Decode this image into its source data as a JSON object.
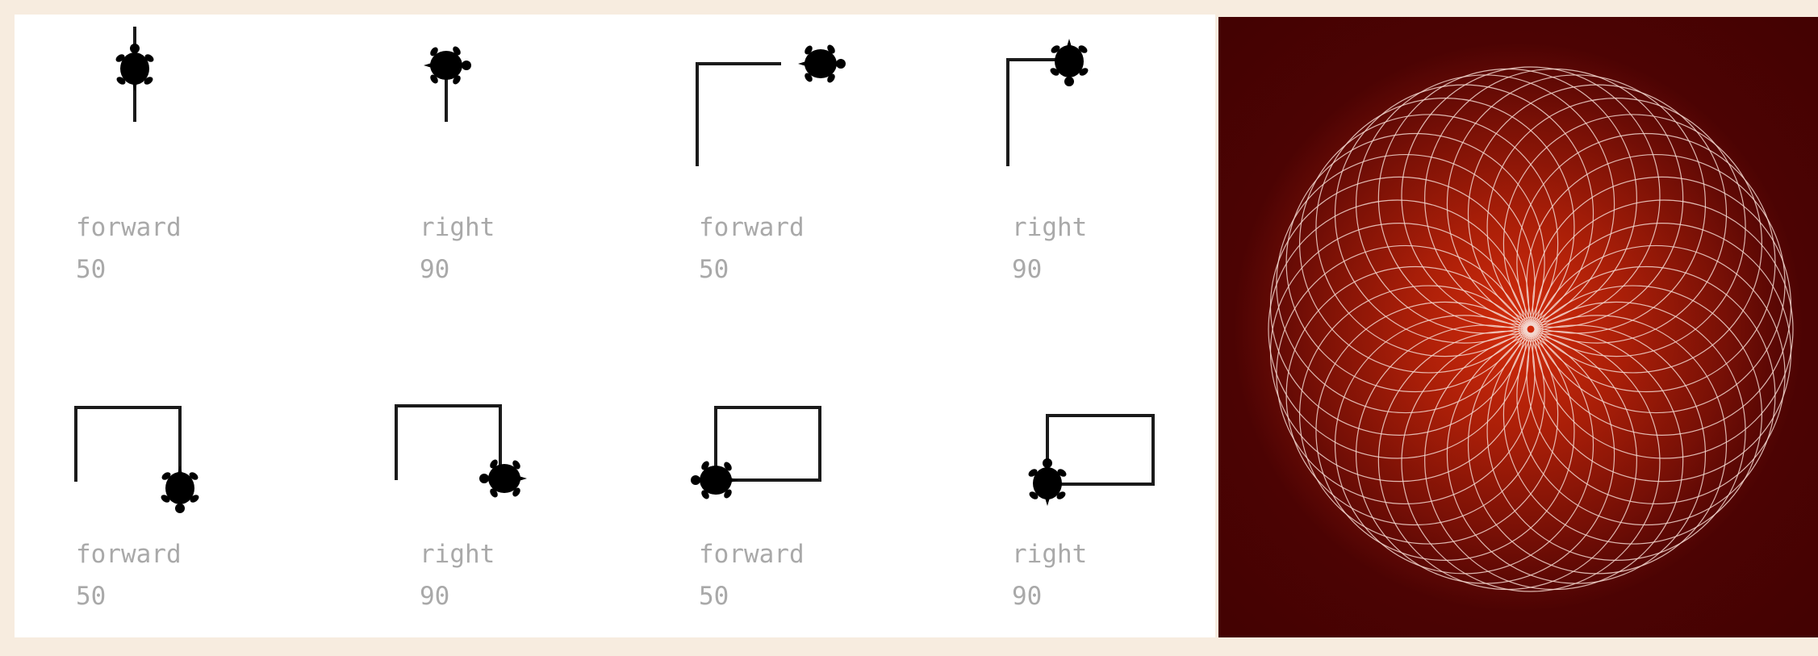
{
  "steps": [
    {
      "command": "forward",
      "value": "50"
    },
    {
      "command": "right",
      "value": "90"
    },
    {
      "command": "forward",
      "value": "50"
    },
    {
      "command": "right",
      "value": "90"
    },
    {
      "command": "forward",
      "value": "50"
    },
    {
      "command": "right",
      "value": "90"
    },
    {
      "command": "forward",
      "value": "50"
    },
    {
      "command": "right",
      "value": "90"
    }
  ],
  "colors": {
    "page_background": "#f7ecdf",
    "panel_background": "#ffffff",
    "command_text": "#a9a9a9",
    "turtle": "#000000",
    "path_line": "#1a1a1a",
    "spirograph_center": "#d42c0c",
    "spirograph_edge": "#430202",
    "spirograph_line": "#f3d7cf"
  },
  "icons": {
    "turtle": "turtle-icon",
    "spirograph": "spirograph-circles"
  }
}
